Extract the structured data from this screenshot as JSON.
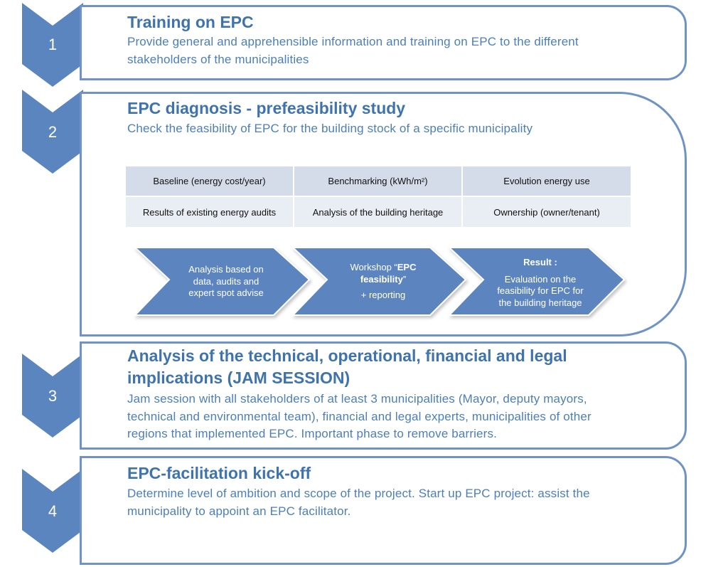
{
  "steps": [
    {
      "number": "1",
      "title": "Training on EPC",
      "lines": [
        "Provide general and apprehensible information and training on EPC to the different",
        "stakeholders of the municipalities"
      ]
    },
    {
      "number": "2",
      "title": "EPC diagnosis - prefeasibility study",
      "lines": [
        "Check the feasibility of EPC for the building stock of a specific municipality"
      ]
    },
    {
      "number": "3",
      "title_lines": [
        "Analysis of the technical, operational, financial and legal",
        "implications (JAM SESSION)"
      ],
      "lines": [
        "Jam session with all stakeholders of at least 3 municipalities (Mayor, deputy mayors,",
        "technical and environmental team), financial and legal experts, municipalities of other",
        "regions that implemented EPC. Important phase to remove barriers."
      ]
    },
    {
      "number": "4",
      "title": "EPC-facilitation kick-off",
      "lines": [
        "Determine level  of ambition and  scope of the project. Start up EPC project: assist the",
        "municipality to appoint an EPC facilitator."
      ]
    }
  ],
  "table": {
    "row1": [
      "Baseline (energy cost/year)",
      "Benchmarking (kWh/m²)",
      "Evolution energy use"
    ],
    "row2": [
      "Results of existing energy  audits",
      "Analysis  of the building heritage",
      "Ownership  (owner/tenant)"
    ]
  },
  "process": {
    "a1": [
      "Analysis  based on",
      "data, audits and",
      "expert  spot advise"
    ],
    "a2": {
      "pre": "Workshop “",
      "bold1": "EPC",
      "bold2": "feasibility",
      "post": "”",
      "line3": "+ reporting"
    },
    "a3": {
      "head": "Result :",
      "lines": [
        "Evaluation on the",
        "feasibility for EPC for",
        "the building heritage"
      ]
    }
  },
  "colors": {
    "chevron": "#5b85bf",
    "frame": "#6f93c6",
    "title": "#3f73ad",
    "text": "#4c7fb8",
    "table_header": "#d4dcea",
    "table_row": "#e9edf4"
  }
}
